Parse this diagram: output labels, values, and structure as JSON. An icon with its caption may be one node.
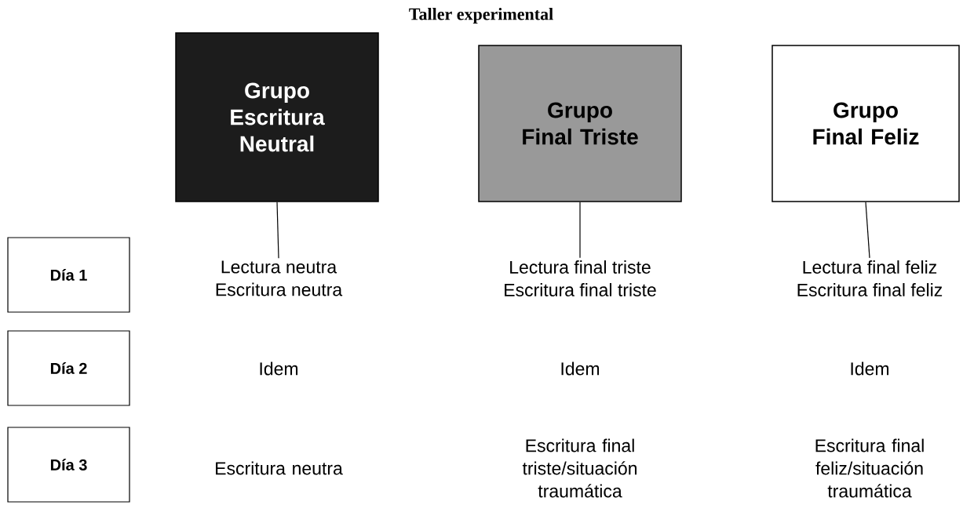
{
  "diagram": {
    "title": "Taller experimental",
    "nodes": [
      {
        "text": [
          "Grupo Escritura Neutral"
        ]
      },
      {
        "text": [
          "Grupo Final Triste"
        ]
      },
      {
        "text": [
          "Grupo Final Feliz"
        ]
      },
      {
        "text": [
          "Día 1"
        ]
      },
      {
        "text": [
          "Lectura neutra",
          "Escritura neutra"
        ]
      },
      {
        "text": [
          "Lectura final triste",
          "Escritura final triste"
        ]
      },
      {
        "text": [
          "Lectura final feliz",
          "Escritura final feliz"
        ]
      },
      {
        "text": [
          "Día 2"
        ]
      },
      {
        "text": [
          "Día 3"
        ]
      }
    ],
    "edges": [
      {
        "from": 0,
        "to": 4,
        "arrow": "none"
      },
      {
        "from": 1,
        "to": 5,
        "arrow": "none"
      },
      {
        "from": 2,
        "to": 6,
        "arrow": "none"
      }
    ],
    "labels": [
      "Idem",
      "Idem",
      "Idem",
      "Escritura neutra",
      "Escritura final triste/situación traumática",
      "Escritura final feliz/situación traumática"
    ]
  }
}
